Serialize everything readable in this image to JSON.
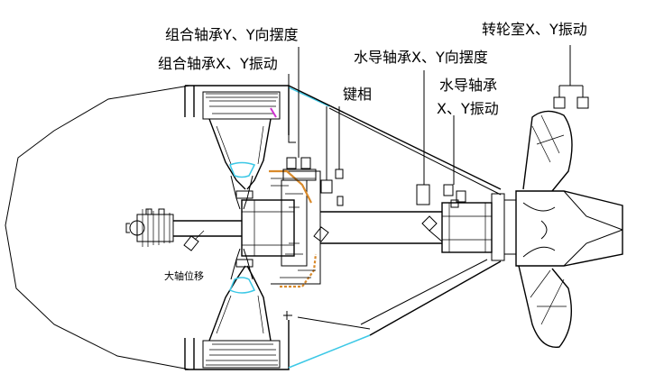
{
  "labels": {
    "combined_bearing_y_swing": "组合轴承Y、Y向摆度",
    "combined_bearing_xy_vibration": "组合轴承X、Y振动",
    "key_phase": "键相",
    "water_guide_bearing_xy_swing": "水导轴承X、Y向摆度",
    "water_guide_bearing_title": "水导轴承",
    "water_guide_bearing_vibration": "X、Y振动",
    "runner_chamber_xy_vibration": "转轮室X、Y振动",
    "main_shaft_displacement": "大轴位移"
  },
  "colors": {
    "line": "#000000",
    "cyan": "#3cc8e6",
    "orange": "#d98a2b",
    "magenta": "#d030d0"
  }
}
